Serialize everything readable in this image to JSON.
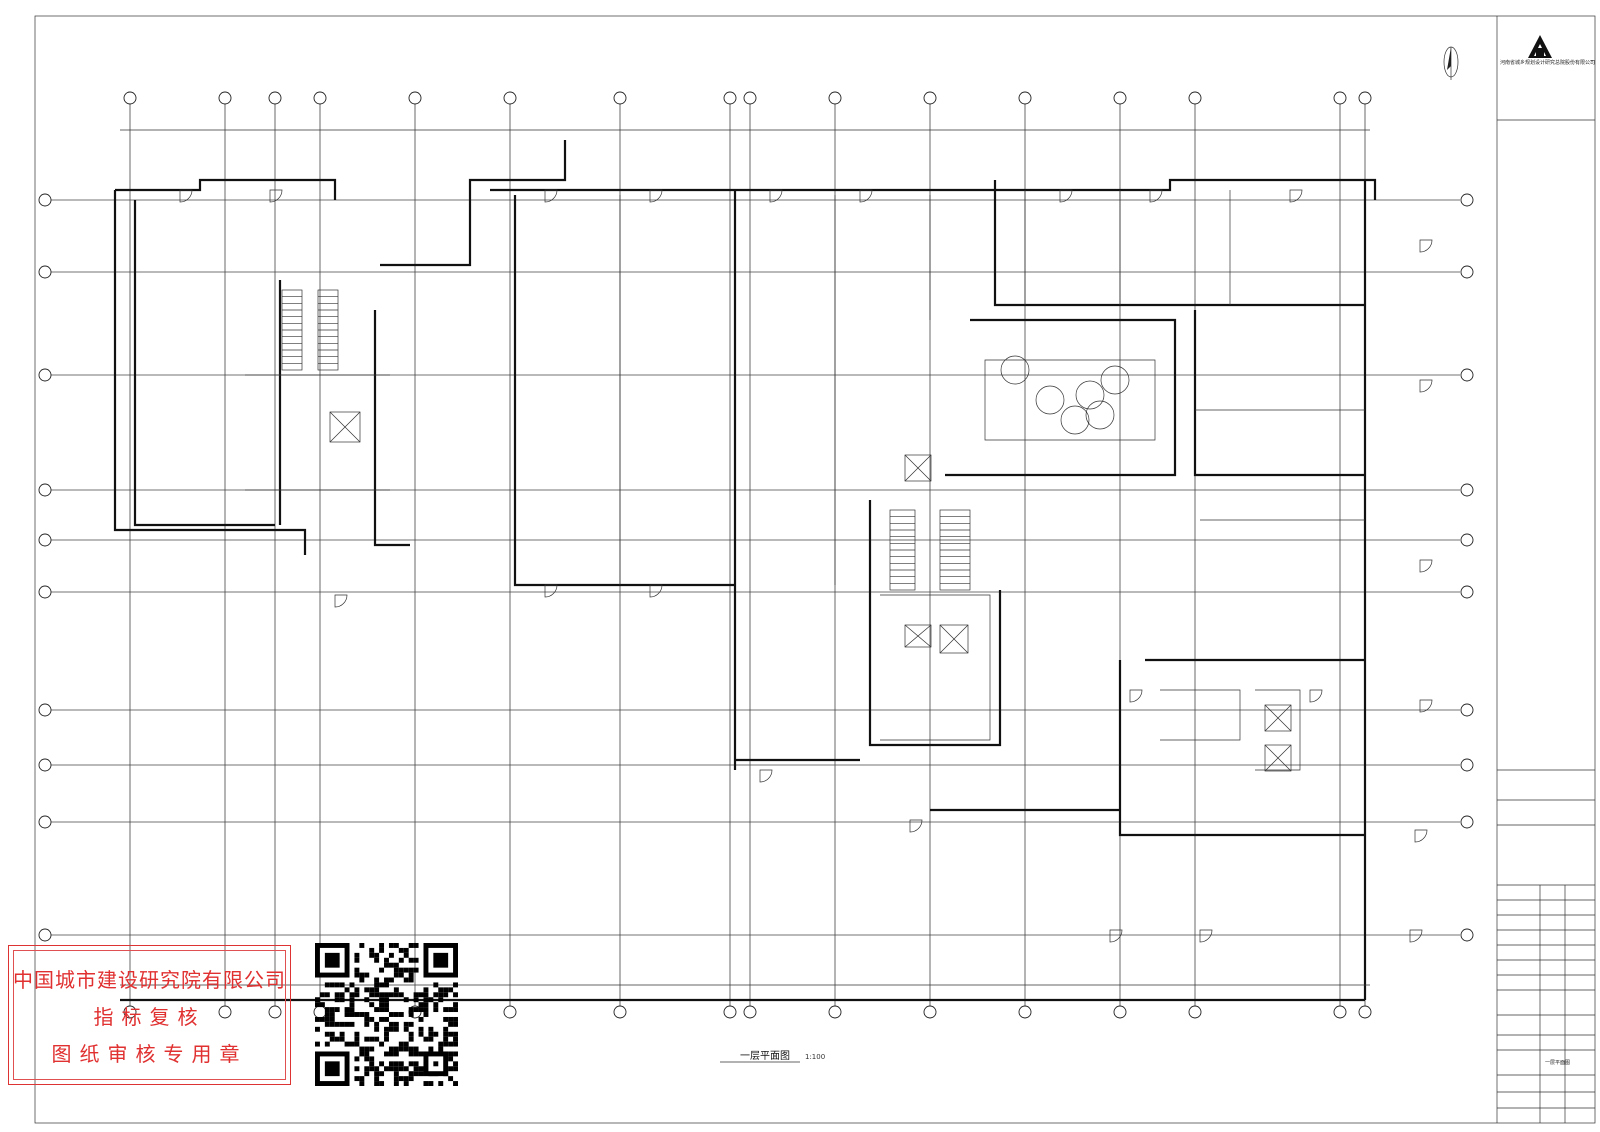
{
  "drawing": {
    "title": "一层平面图",
    "scale": "1:100"
  },
  "stamp": {
    "line1": "中国城市建设研究院有限公司",
    "line2": "指标复核",
    "line3": "图纸审核专用章"
  },
  "title_block": {
    "company": "河南省城乡规划设计研究总院股份有限公司",
    "sheet_name": "一层平面图"
  },
  "colors": {
    "stamp_red": "#e03030",
    "line": "#222222",
    "paper": "#ffffff"
  }
}
